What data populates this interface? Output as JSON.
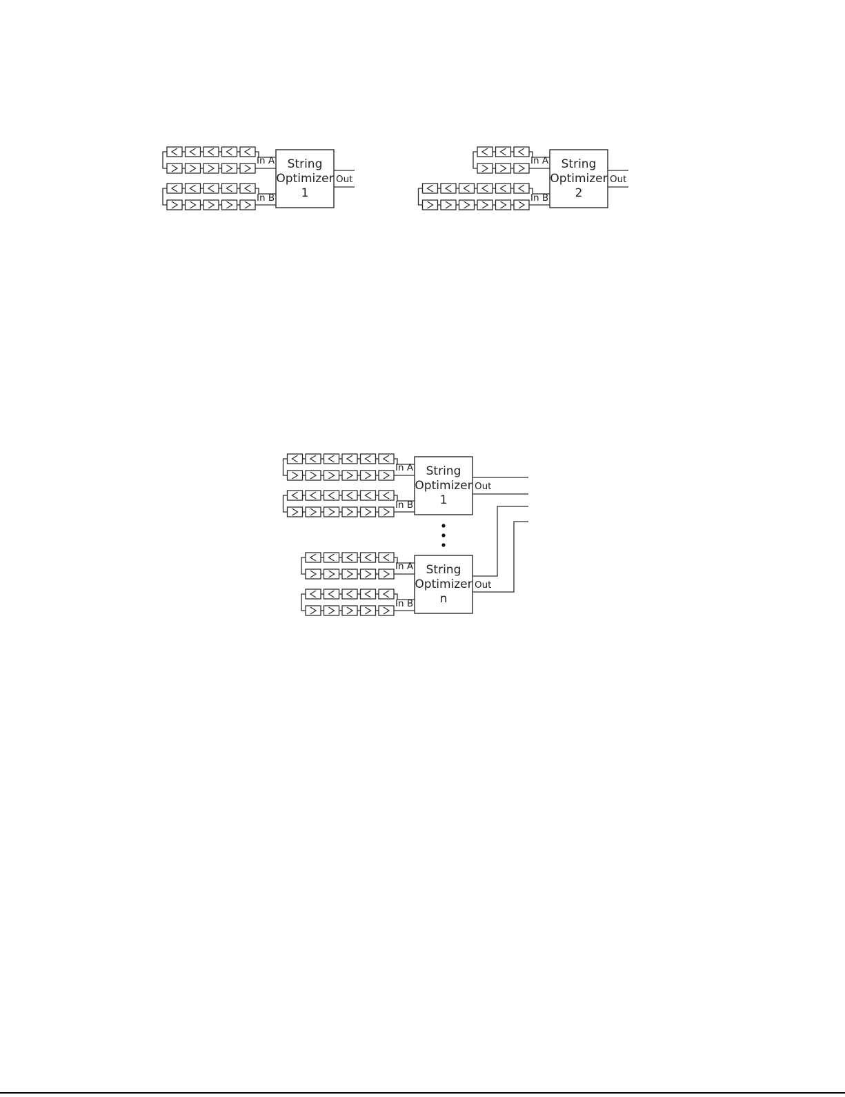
{
  "diagrams": [
    {
      "optimizers": [
        {
          "title": [
            "String",
            "Optimizer",
            "1"
          ],
          "input_a_label": "In A",
          "input_b_label": "In B",
          "output_label": "Out",
          "panels_per_row_a": 5,
          "panels_per_row_b": 5
        },
        {
          "title": [
            "String",
            "Optimizer",
            "2"
          ],
          "input_a_label": "In A",
          "input_b_label": "In B",
          "output_label": "Out",
          "panels_per_row_a": 3,
          "panels_per_row_b": 6
        }
      ]
    },
    {
      "optimizers": [
        {
          "title": [
            "String",
            "Optimizer",
            "1"
          ],
          "input_a_label": "In A",
          "input_b_label": "In B",
          "output_label": "Out",
          "panels_per_row_a": 6,
          "panels_per_row_b": 6
        },
        {
          "title": [
            "String",
            "Optimizer",
            "n"
          ],
          "input_a_label": "In A",
          "input_b_label": "In B",
          "output_label": "Out",
          "panels_per_row_a": 5,
          "panels_per_row_b": 5
        }
      ],
      "continuation_marker": "vertical-ellipsis"
    }
  ]
}
